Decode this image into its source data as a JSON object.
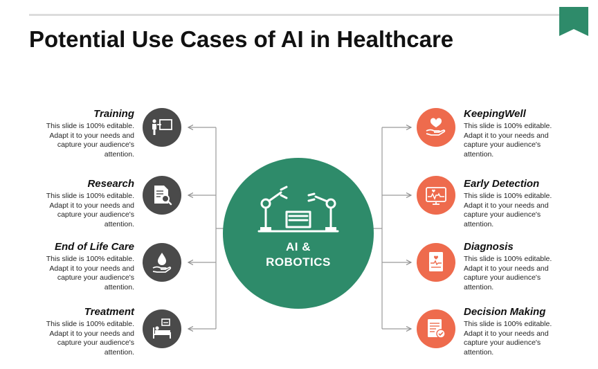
{
  "slide": {
    "title": "Potential Use Cases of AI in Healthcare"
  },
  "center": {
    "line1": "AI &",
    "line2": "ROBOTICS",
    "color": "#2e8b6a",
    "icon": "robot-arms-icon"
  },
  "colors": {
    "left_icon_bg": "#4a4a4a",
    "right_icon_bg": "#ee6b4d",
    "accent": "#2e8b6a"
  },
  "left_items": [
    {
      "title": "Training",
      "description": "This slide is 100% editable. Adapt it to your needs and capture your audience's attention.",
      "icon": "presentation-board-icon"
    },
    {
      "title": "Research",
      "description": "This slide is 100% editable. Adapt it to your needs and capture your audience's attention.",
      "icon": "document-search-icon"
    },
    {
      "title": "End of Life Care",
      "description": "This slide is 100% editable. Adapt it to your needs and capture your audience's attention.",
      "icon": "hand-drop-icon"
    },
    {
      "title": "Treatment",
      "description": "This slide is 100% editable. Adapt it to your needs and capture your audience's attention.",
      "icon": "hospital-bed-icon"
    }
  ],
  "right_items": [
    {
      "title": "KeepingWell",
      "description": "This slide is 100% editable. Adapt it to your needs and capture your audience's attention.",
      "icon": "heart-hand-icon"
    },
    {
      "title": "Early Detection",
      "description": "This slide is 100% editable. Adapt it to your needs and capture your audience's attention.",
      "icon": "heart-monitor-icon"
    },
    {
      "title": "Diagnosis",
      "description": "This slide is 100% editable. Adapt it to your needs and capture your audience's attention.",
      "icon": "medical-chart-icon"
    },
    {
      "title": "Decision Making",
      "description": "This slide is 100% editable. Adapt it to your needs and capture your audience's attention.",
      "icon": "report-check-icon"
    }
  ]
}
